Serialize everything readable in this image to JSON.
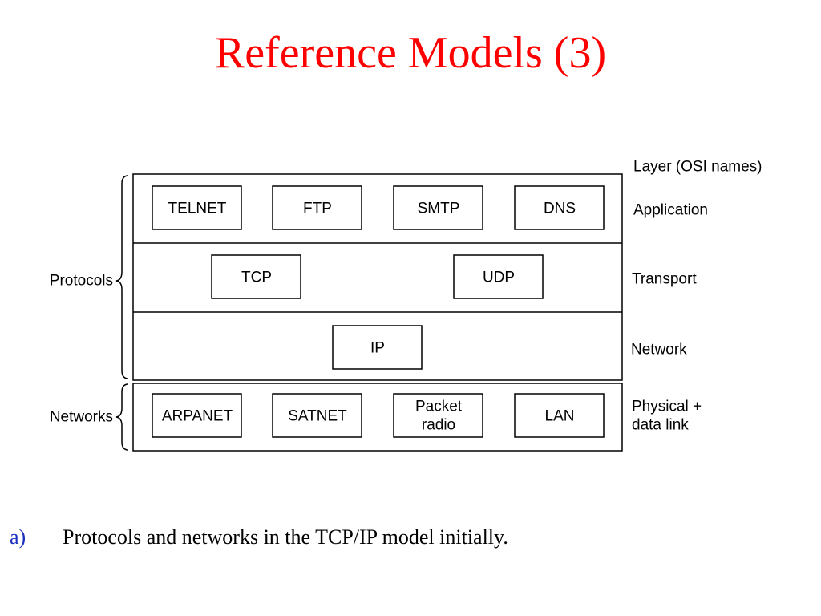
{
  "slide": {
    "title": "Reference Models (3)",
    "title_color": "#ff0000"
  },
  "diagram": {
    "header": "Layer (OSI names)",
    "layers": [
      {
        "name": "Application",
        "items": [
          "TELNET",
          "FTP",
          "SMTP",
          "DNS"
        ]
      },
      {
        "name": "Transport",
        "items": [
          "TCP",
          "UDP"
        ]
      },
      {
        "name": "Network",
        "items": [
          "IP"
        ]
      },
      {
        "name_lines": [
          "Physical +",
          "data link"
        ],
        "items": [
          "ARPANET",
          "SATNET",
          [
            "Packet",
            "radio"
          ],
          "LAN"
        ]
      }
    ],
    "groups": {
      "protocols": "Protocols",
      "networks": "Networks"
    }
  },
  "caption": {
    "marker": "a)",
    "marker_color": "#1a2fbf",
    "text": "Protocols and networks in the TCP/IP model initially."
  }
}
